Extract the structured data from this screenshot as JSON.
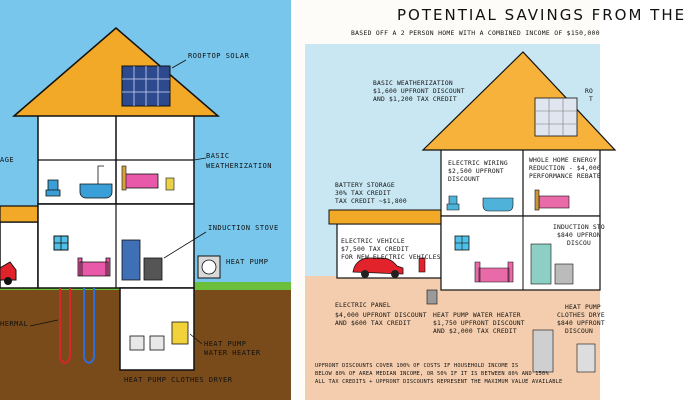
{
  "left": {
    "labels": {
      "rooftop_solar": "ROOFTOP SOLAR",
      "basic_weatherization_1": "BASIC",
      "basic_weatherization_2": "WEATHERIZATION",
      "storage_partial": "AGE",
      "induction_stove": "INDUCTION STOVE",
      "heat_pump": "HEAT PUMP",
      "geothermal_partial": "HERMAL",
      "heat_pump_water_heater_1": "HEAT PUMP",
      "heat_pump_water_heater_2": "WATER HEATER",
      "heat_pump_clothes_dryer": "HEAT PUMP CLOTHES DRYER"
    }
  },
  "right": {
    "title": "POTENTIAL SAVINGS FROM THE",
    "subtitle": "BASED OFF A 2 PERSON HOME WITH A COMBINED INCOME OF $150,000",
    "items": {
      "weatherization": [
        "BASIC WEATHERIZATION",
        "$1,600 UPFRONT DISCOUNT",
        "AND $1,200 TAX CREDIT"
      ],
      "roof_partial": [
        "RO",
        "T"
      ],
      "wiring": [
        "ELECTRIC WIRING",
        "$2,500 UPFRONT",
        "DISCOUNT"
      ],
      "energy": [
        "WHOLE HOME ENERGY",
        "REDUCTION - $4,000",
        "PERFORMANCE REBATE"
      ],
      "battery": [
        "BATTERY STORAGE",
        "30% TAX CREDIT",
        "TAX CREDIT ~$1,800"
      ],
      "vehicle": [
        "ELECTRIC VEHICLE",
        "$7,500 TAX CREDIT",
        "FOR NEW ELECTRIC VEHICLES"
      ],
      "induction": [
        "INDUCTION STO",
        "$840 UPFRON",
        "DISCOU"
      ],
      "panel": [
        "ELECTRIC PANEL",
        "$4,000 UPFRONT DISCOUNT",
        "AND $600 TAX CREDIT"
      ],
      "water_heater": [
        "HEAT PUMP WATER HEATER",
        "$1,750 UPFRONT DISCOUNT",
        "AND $2,000 TAX CREDIT"
      ],
      "dryer": [
        "HEAT PUMP",
        "CLOTHES DRYE",
        "$840 UPFRONT",
        "DISCOUN"
      ]
    },
    "footnote": [
      "UPFRONT DISCOUNTS COVER 100% OF COSTS IF HOUSEHOLD INCOME IS",
      "BELOW 80% OF AREA MEDIAN INCOME, OR 50% IF IT IS BETWEEN 80% AND 150%",
      "ALL TAX CREDITS + UPFRONT DISCOUNTS REPRESENT THE MAXIMUM VALUE AVAILABLE"
    ]
  },
  "colors": {
    "sky": "#78c6ec",
    "ground": "#7a4b1a",
    "roof": "#f3a928",
    "wall": "#ffffff",
    "sofa": "#e85aa9",
    "car": "#e2232b",
    "fridge": "#3f6fb5",
    "tub": "#3a9fd6"
  }
}
